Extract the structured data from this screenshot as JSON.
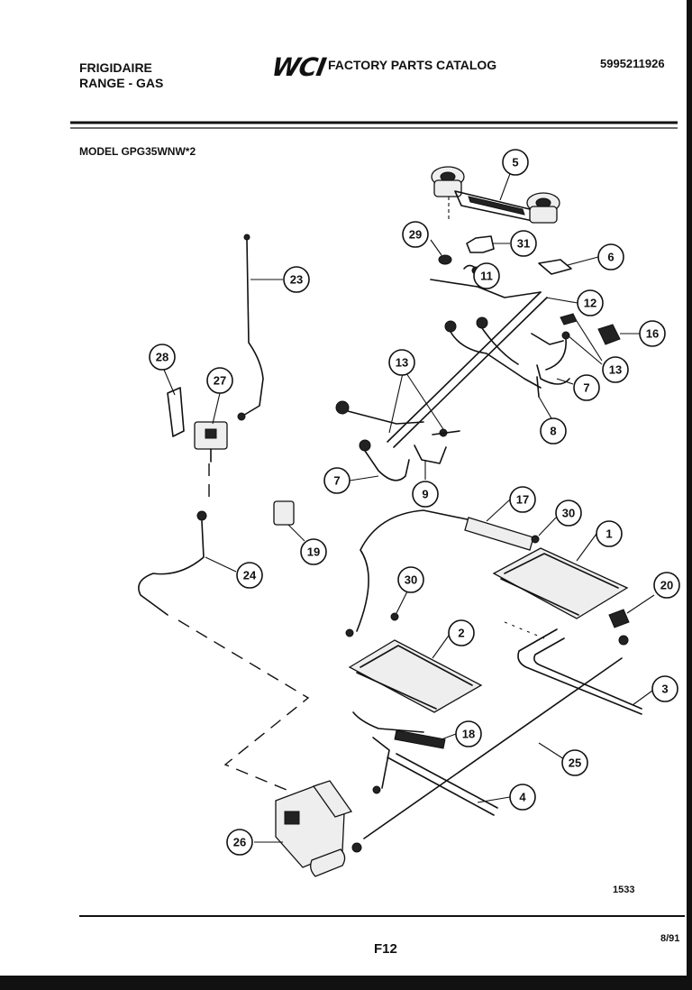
{
  "header": {
    "brand_line1": "FRIGIDAIRE",
    "brand_line2": "RANGE - GAS",
    "logo_text": "WCI",
    "catalog_title": "FACTORY PARTS CATALOG",
    "part_number": "5995211926"
  },
  "model_label": "MODEL GPG35WNW*2",
  "callouts": [
    "1",
    "2",
    "3",
    "4",
    "5",
    "6",
    "7",
    "7",
    "8",
    "9",
    "11",
    "12",
    "13",
    "13",
    "16",
    "17",
    "18",
    "19",
    "20",
    "23",
    "24",
    "25",
    "26",
    "27",
    "28",
    "29",
    "30",
    "30",
    "31"
  ],
  "footer": {
    "drawing_number": "1533",
    "page": "F12",
    "date": "8/91"
  }
}
